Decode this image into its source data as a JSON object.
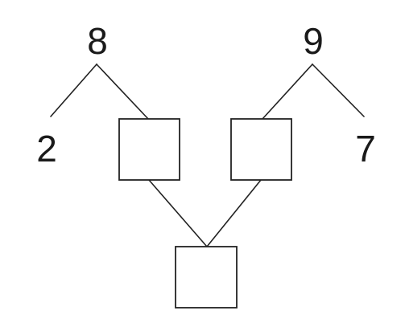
{
  "diagram": {
    "left_top": "8",
    "right_top": "9",
    "left_outer": "2",
    "right_outer": "7",
    "left_middle_box": "",
    "right_middle_box": "",
    "bottom_box": ""
  }
}
